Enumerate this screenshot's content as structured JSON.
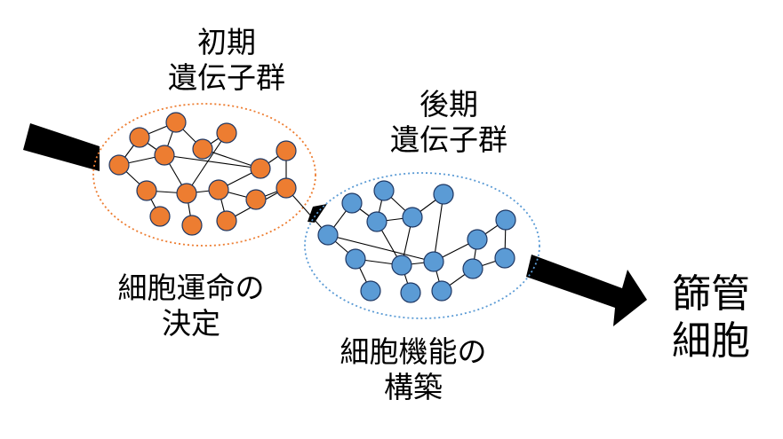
{
  "labels": {
    "early_genes": [
      "初期",
      "遺伝子群"
    ],
    "late_genes": [
      "後期",
      "遺伝子群"
    ],
    "cell_fate": [
      "細胞運命の",
      "決定"
    ],
    "cell_function": [
      "細胞機能の",
      "構築"
    ],
    "sieve_cell": [
      "篩管",
      "細胞"
    ]
  },
  "colors": {
    "early_node": "#ED7D31",
    "late_node": "#5B9BD5",
    "node_outline": "#1F3864",
    "early_boundary": "#ED7D31",
    "late_boundary": "#5B9BD5",
    "edge": "#000000",
    "arrow": "#000000"
  }
}
